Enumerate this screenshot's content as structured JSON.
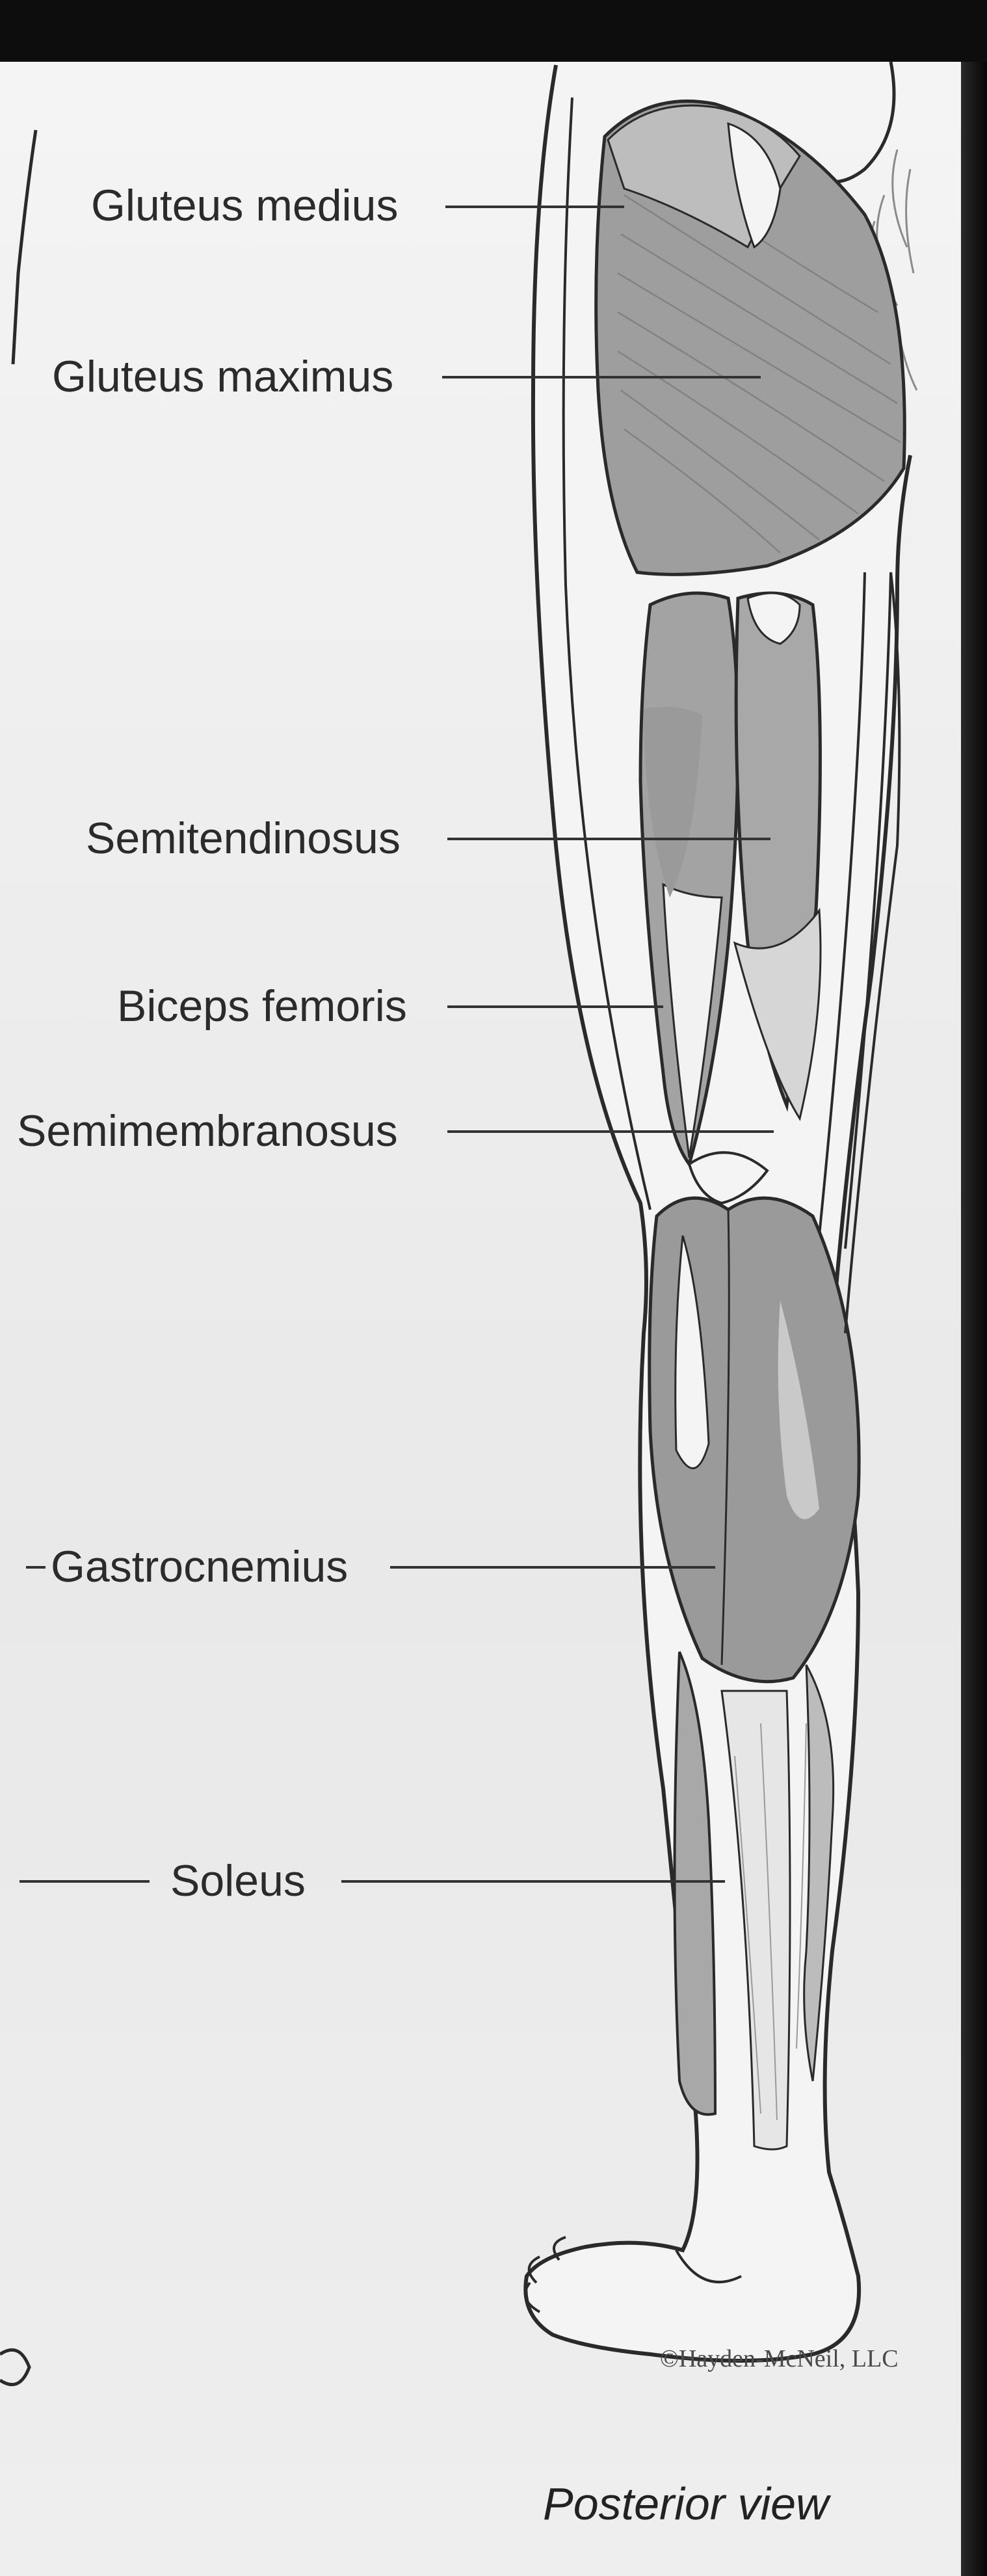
{
  "labels": {
    "gluteus_medius": "Gluteus medius",
    "gluteus_maximus": "Gluteus maximus",
    "semitendinosus": "Semitendinosus",
    "biceps_femoris": "Biceps femoris",
    "semimembranosus": "Semimembranosus",
    "gastrocnemius": "Gastrocnemius",
    "soleus": "Soleus"
  },
  "credit": "©Hayden-McNeil, LLC",
  "caption": "Posterior view",
  "colors": {
    "page": "#efefef",
    "muscle_fill": "#9a9a9a",
    "muscle_light": "#c4c4c4",
    "tendon": "#f4f4f4",
    "outline": "#2a2a2a",
    "leader_line": "#333333",
    "text": "#2b2b2b"
  }
}
